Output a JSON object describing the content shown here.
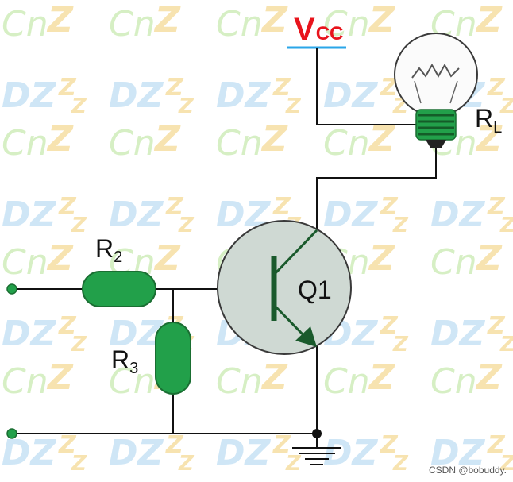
{
  "labels": {
    "vcc_main": "V",
    "vcc_sub": "CC",
    "rl_main": "R",
    "rl_sub": "L",
    "r2_main": "R",
    "r2_sub": "2",
    "r3_main": "R",
    "r3_sub": "3",
    "q1": "Q1"
  },
  "watermark": {
    "cn": "Cn",
    "dz": "DZ",
    "z": "Z",
    "credit": "CSDN @bobuddy."
  },
  "colors": {
    "vcc": "#e8141c",
    "vcc_rail": "#2aa6e8",
    "component_green": "#22a04a",
    "transistor_body": "#cfd9d3",
    "wire": "#111111"
  }
}
